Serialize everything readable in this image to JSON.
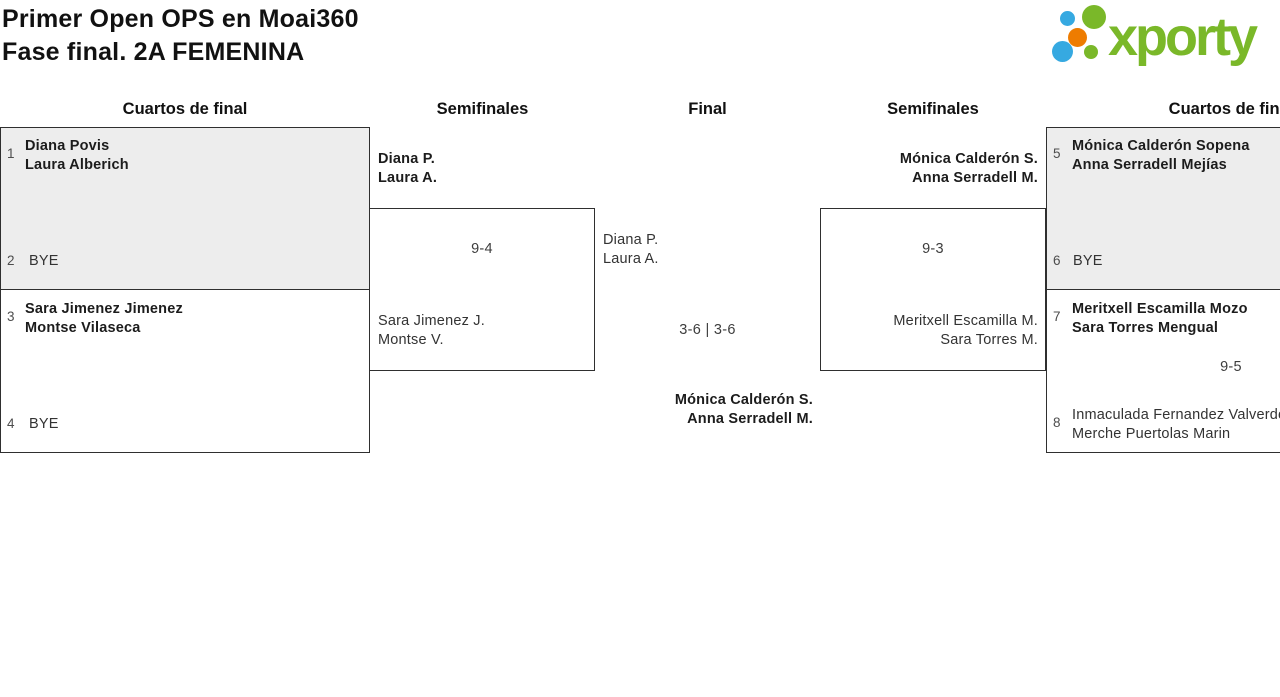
{
  "title": {
    "line1": "Primer Open OPS en Moai360",
    "line2": "Fase final. 2A FEMENINA"
  },
  "logo": {
    "text": "xporty"
  },
  "columns": {
    "qf_left": "Cuartos de final",
    "sf_left": "Semifinales",
    "final": "Final",
    "sf_right": "Semifinales",
    "qf_right": "Cuartos de final"
  },
  "colors": {
    "logo_green": "#7ab829",
    "logo_blue": "#36a9e1",
    "logo_orange": "#ee7c00",
    "bye_match_fill": "#ededed",
    "box_border": "#2f2f2f"
  },
  "matches": {
    "qf1": {
      "seed_top": "1",
      "team_top": [
        "Diana Povis",
        "Laura Alberich"
      ],
      "seed_bottom": "2",
      "team_bottom_bye": "BYE"
    },
    "qf2": {
      "seed_top": "3",
      "team_top": [
        "Sara Jimenez Jimenez",
        "Montse Vilaseca"
      ],
      "seed_bottom": "4",
      "team_bottom_bye": "BYE"
    },
    "sf_left": {
      "team_top": [
        "Diana P.",
        "Laura A."
      ],
      "score": "9-4",
      "team_bottom": [
        "Sara Jimenez J.",
        "Montse V."
      ]
    },
    "final": {
      "team_top": [
        "Diana P.",
        "Laura A."
      ],
      "score": "3-6 | 3-6",
      "champion": [
        "Mónica Calderón S.",
        "Anna Serradell M."
      ]
    },
    "sf_right": {
      "team_top": [
        "Mónica Calderón S.",
        "Anna Serradell M."
      ],
      "score": "9-3",
      "team_bottom": [
        "Meritxell Escamilla M.",
        "Sara Torres M."
      ]
    },
    "qf3": {
      "seed_top": "5",
      "team_top": [
        "Mónica Calderón Sopena",
        "Anna Serradell Mejías"
      ],
      "seed_bottom": "6",
      "team_bottom_bye": "BYE"
    },
    "qf4": {
      "seed_top": "7",
      "team_top": [
        "Meritxell Escamilla Mozo",
        "Sara Torres Mengual"
      ],
      "score": "9-5",
      "seed_bottom": "8",
      "team_bottom": [
        "Inmaculada Fernandez Valverde",
        "Merche Puertolas Marin"
      ]
    }
  }
}
